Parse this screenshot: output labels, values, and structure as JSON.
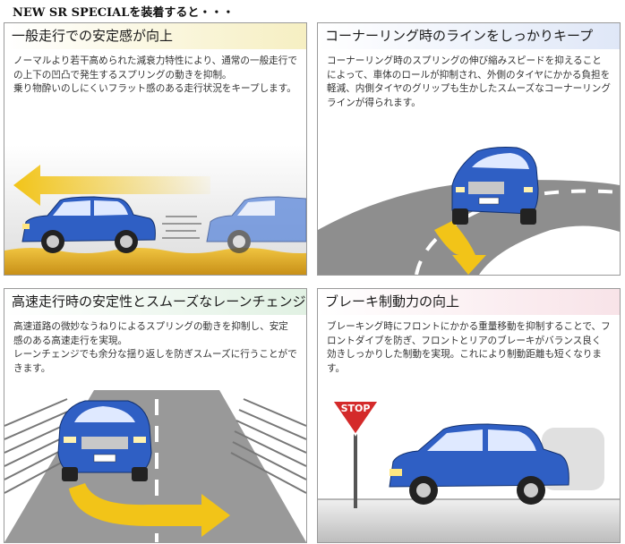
{
  "page_title": "NEW SR SPECIALを装着すると・・・",
  "panels": [
    {
      "header": "一般走行での安定感が向上",
      "header_color": "#f6efc2",
      "body": [
        "ノーマルより若干高められた減衰力特性により、通常の一般走行での上下の凹凸で発生するスプリングの動きを抑制。",
        "乗り物酔いのしにくいフラット感のある走行状況をキープします。"
      ]
    },
    {
      "header": "コーナーリング時のラインをしっかりキープ",
      "header_color": "#dfe7f7",
      "body": [
        "コーナーリング時のスプリングの伸び縮みスピードを抑えることによって、車体のロールが抑制され、外側のタイヤにかかる負担を軽減、内側タイヤのグリップも生かしたスムーズなコーナーリングラインが得られます。"
      ]
    },
    {
      "header": "高速走行時の安定性とスムーズなレーンチェンジ",
      "header_color": "#e1f1e3",
      "body": [
        "高速道路の微妙なうねりによるスプリングの動きを抑制し、安定感のある高速走行を実現。",
        "レーンチェンジでも余分な揺り返しを防ぎスムーズに行うことができます。"
      ]
    },
    {
      "header": "ブレーキ制動力の向上",
      "header_color": "#f8e3e8",
      "body": [
        "ブレーキング時にフロントにかかる重量移動を抑制することで、フロントダイブを防ぎ、フロントとリアのブレーキがバランス良く効きしっかりした制動を実現。これにより制動距離も短くなります。"
      ]
    }
  ],
  "stop_sign_text": "STOP",
  "colors": {
    "car_body": "#2f5fc4",
    "arrow": "#f2c418",
    "road": "#8e8e8e",
    "ground": "#e8b830"
  }
}
